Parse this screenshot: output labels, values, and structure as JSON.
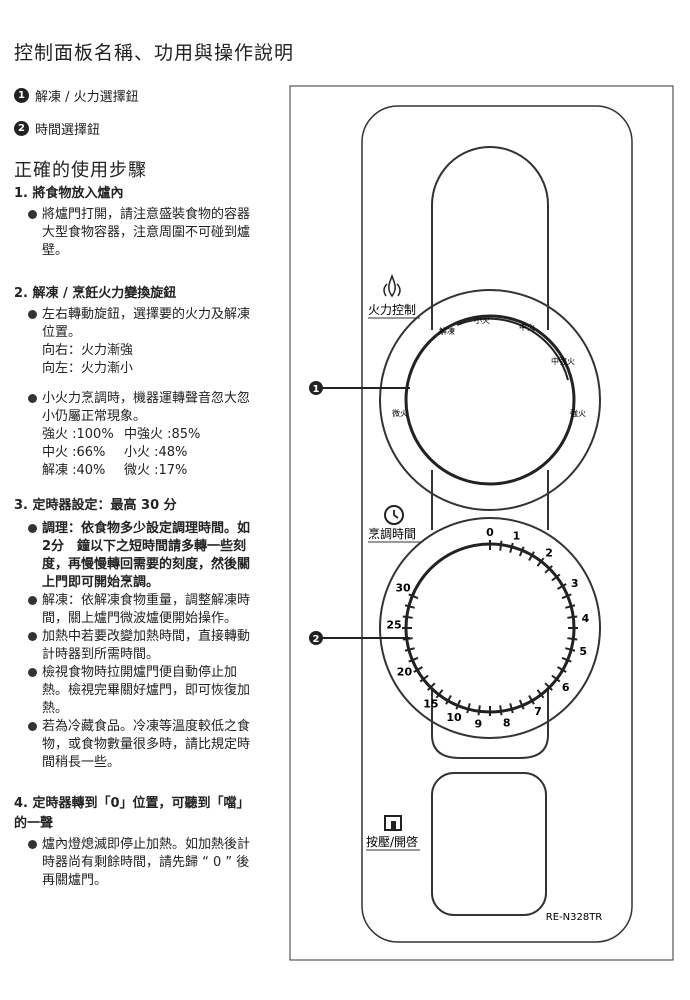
{
  "title": "控制面板名稱、功用與操作說明",
  "legend": [
    {
      "num": "1",
      "label": "解凍 / 火力選擇鈕"
    },
    {
      "num": "2",
      "label": "時間選擇鈕"
    }
  ],
  "section_heading": "正確的使用步驟",
  "step1": {
    "heading": "1. 將食物放入爐內",
    "bullet": [
      "將爐門打開，請注意盛裝食物的容器",
      "大型食物容器，注意周圍不可碰到爐",
      "壁。"
    ]
  },
  "step2": {
    "heading": "2. 解凍 / 烹飪火力變換旋鈕",
    "bullet1": [
      "左右轉動旋鈕，選擇要的火力及解凍",
      "位置。"
    ],
    "right": "向右：火力漸強",
    "left": "向左：火力漸小",
    "bullet2": [
      "小火力烹調時，機器運轉聲音忽大忽",
      "小仍屬正常現象。"
    ],
    "powers": [
      [
        "強火 :100%",
        "中強火 :85%"
      ],
      [
        "中火 :66%",
        "小火 :48%"
      ],
      [
        "解凍 :40%",
        "微火 :17%"
      ]
    ]
  },
  "step3": {
    "heading": "3. 定時器設定：最高 30 分",
    "b1": [
      "調理：依食物多少設定調理時間。如",
      "2分　鐘以下之短時間請多轉一些刻",
      "度，再慢慢轉回需要的刻度，然後關",
      "上門即可開始烹調。"
    ],
    "b2": [
      "解凍：依解凍食物重量，調整解凍時",
      "間，關上爐門微波爐便開始操作。"
    ],
    "b3": [
      "加熱中若要改變加熱時間，直接轉動",
      "計時器到所需時間。"
    ],
    "b4": [
      "檢視食物時拉開爐門便自動停止加",
      "熱。檢視完畢關好爐門，即可恢復加",
      "熱。"
    ],
    "b5": [
      "若為冷藏食品。冷凍等溫度較低之食",
      "物，或食物數量很多時，請比規定時",
      "間稍長一些。"
    ]
  },
  "step4": {
    "heading": [
      "4. 定時器轉到「0」位置，可聽到「噹」",
      "的一聲"
    ],
    "bullet": [
      "爐內燈熄滅即停止加熱。如加熱後計",
      "時器尚有剩餘時間，請先歸 “ 0 ” 後",
      "再關爐門。"
    ]
  },
  "panel": {
    "power_label": "火力控制",
    "power_marks": [
      "解凍",
      "小火",
      "中火",
      "中強火",
      "強火",
      "微火"
    ],
    "timer_label": "烹調時間",
    "timer_marks": [
      "0",
      "1",
      "2",
      "3",
      "4",
      "5",
      "6",
      "7",
      "8",
      "9",
      "10",
      "15",
      "20",
      "25",
      "30"
    ],
    "door_label": "按壓/開啓",
    "model": "RE-N328TR",
    "callouts": [
      "1",
      "2"
    ]
  }
}
